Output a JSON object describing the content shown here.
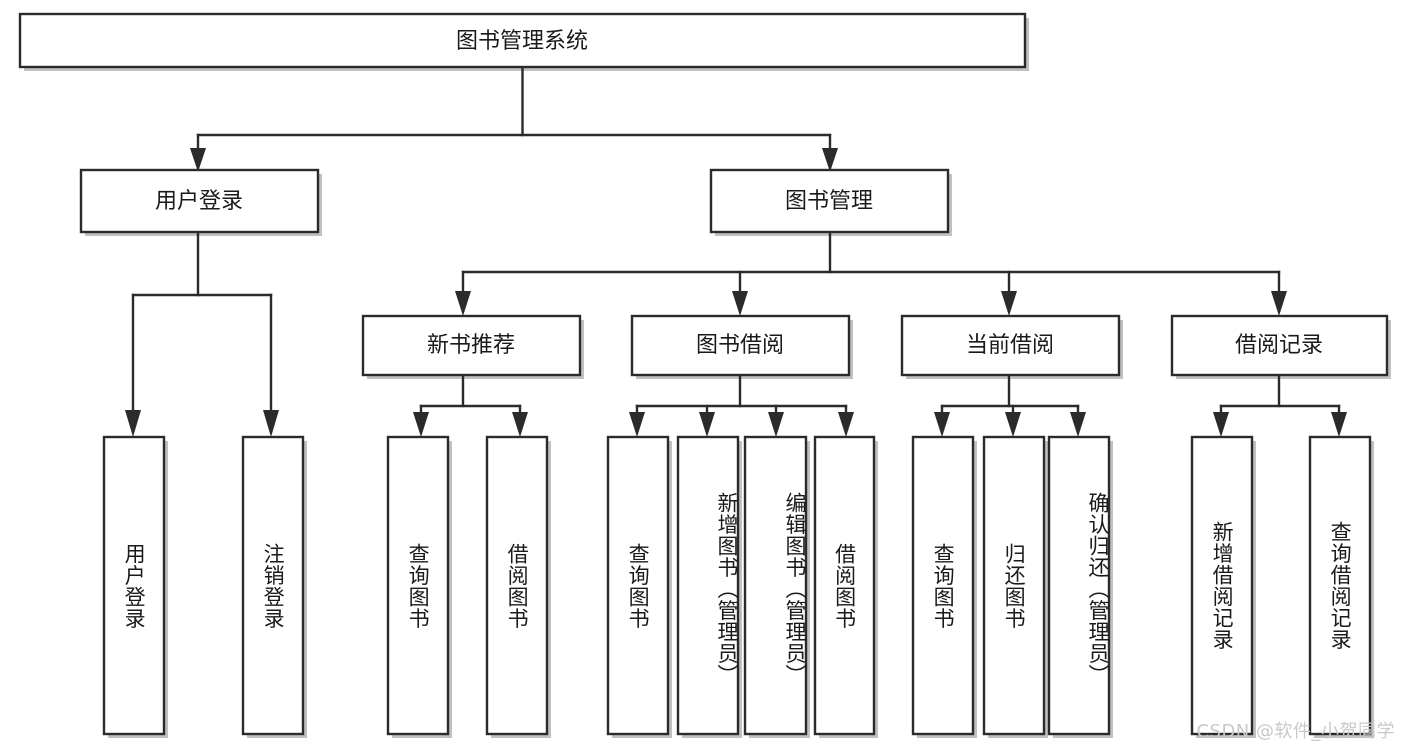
{
  "diagram": {
    "type": "tree-hierarchy",
    "title": "图书管理系统",
    "orientation": "top-down",
    "root": {
      "id": "root",
      "label": "图书管理系统"
    },
    "level2": [
      {
        "id": "user-login",
        "label": "用户登录"
      },
      {
        "id": "book-manage",
        "label": "图书管理"
      }
    ],
    "level3": [
      {
        "id": "new-book-rec",
        "label": "新书推荐",
        "parent": "book-manage"
      },
      {
        "id": "book-borrow",
        "label": "图书借阅",
        "parent": "book-manage"
      },
      {
        "id": "current-borrow",
        "label": "当前借阅",
        "parent": "book-manage"
      },
      {
        "id": "borrow-record",
        "label": "借阅记录",
        "parent": "book-manage"
      }
    ],
    "leaves": [
      {
        "id": "leaf-user-login",
        "label": "用户登录",
        "parent": "user-login"
      },
      {
        "id": "leaf-user-logout",
        "label": "注销登录",
        "parent": "user-login"
      },
      {
        "id": "leaf-query-book-1",
        "label": "查询图书",
        "parent": "new-book-rec"
      },
      {
        "id": "leaf-borrow-book-1",
        "label": "借阅图书",
        "parent": "new-book-rec"
      },
      {
        "id": "leaf-query-book-2",
        "label": "查询图书",
        "parent": "book-borrow"
      },
      {
        "id": "leaf-add-book",
        "label": "新增图书（管理员）",
        "parent": "book-borrow"
      },
      {
        "id": "leaf-edit-book",
        "label": "编辑图书（管理员）",
        "parent": "book-borrow"
      },
      {
        "id": "leaf-borrow-book-2",
        "label": "借阅图书",
        "parent": "book-borrow"
      },
      {
        "id": "leaf-query-book-3",
        "label": "查询图书",
        "parent": "current-borrow"
      },
      {
        "id": "leaf-return-book",
        "label": "归还图书",
        "parent": "current-borrow"
      },
      {
        "id": "leaf-confirm-return",
        "label": "确认归还（管理员）",
        "parent": "current-borrow"
      },
      {
        "id": "leaf-add-record",
        "label": "新增借阅记录",
        "parent": "borrow-record"
      },
      {
        "id": "leaf-query-record",
        "label": "查询借阅记录",
        "parent": "borrow-record"
      }
    ],
    "colors": {
      "box_fill": "#ffffff",
      "box_stroke": "#2b2b2b",
      "text": "#1a1a1a",
      "shadow": "#b6b6b6",
      "watermark": "#c9c9c9",
      "background": "#ffffff"
    }
  },
  "watermark": {
    "text": "CSDN @软件_小贺同学"
  }
}
